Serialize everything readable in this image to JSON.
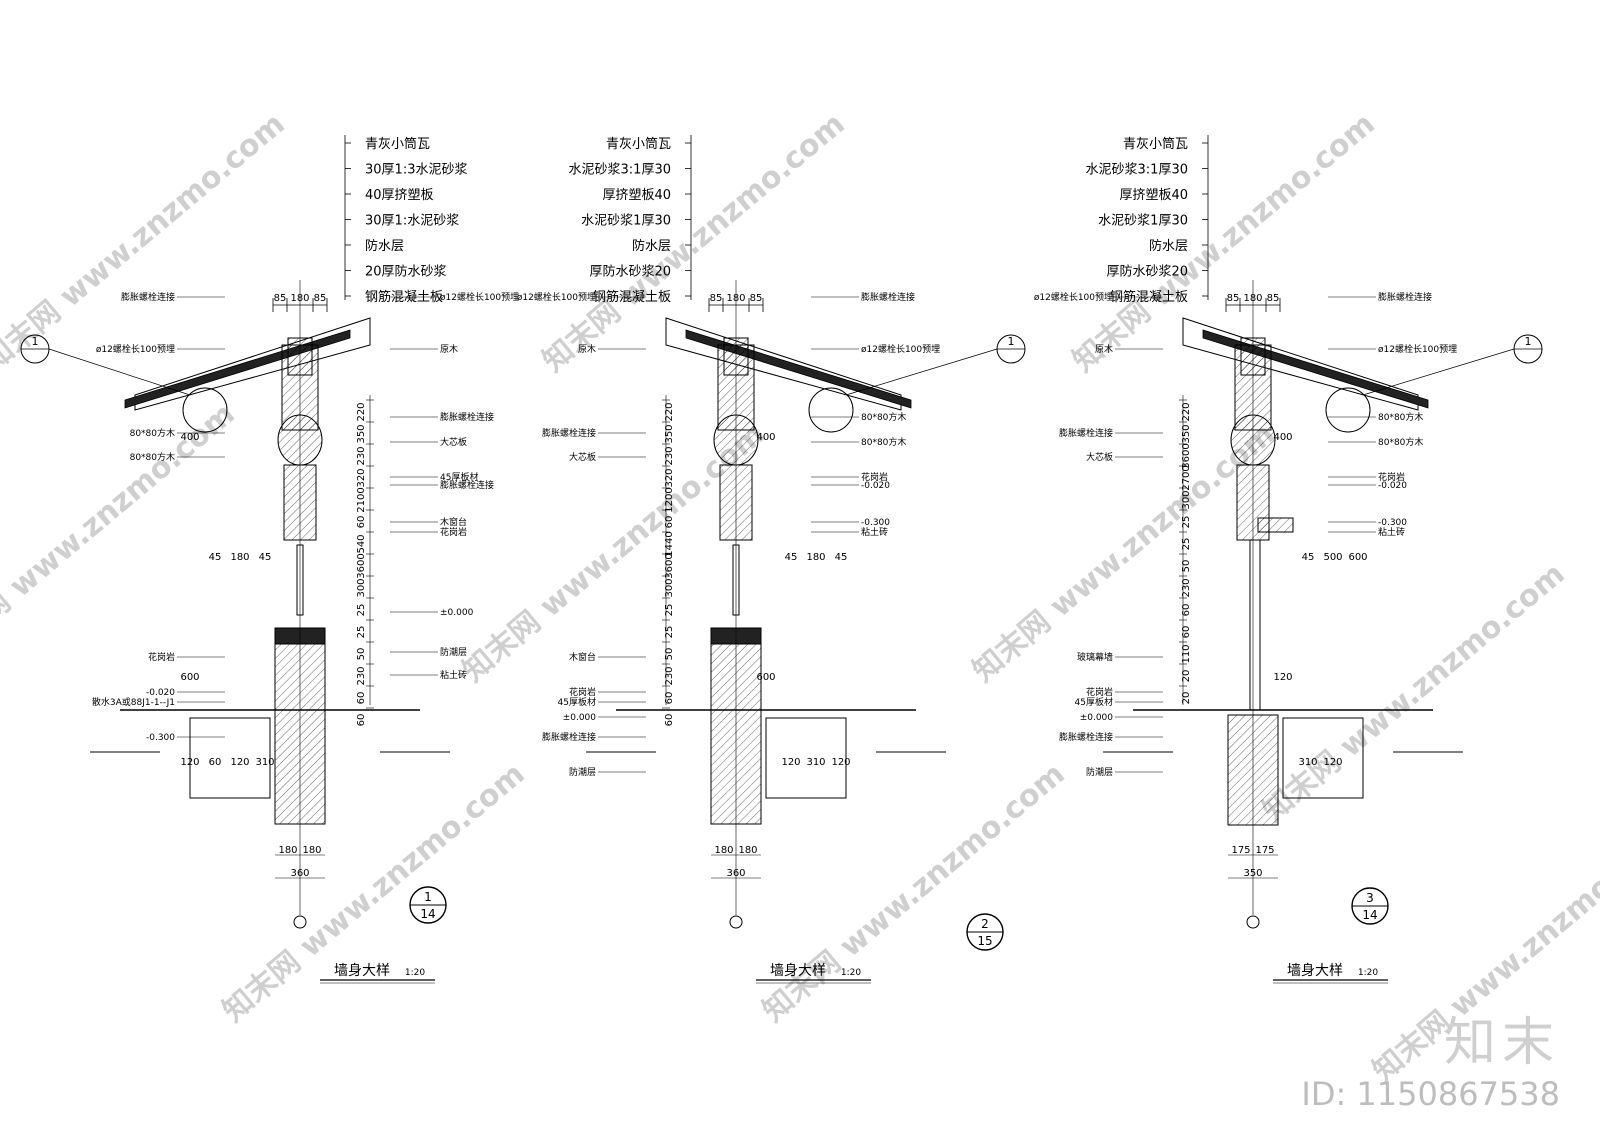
{
  "details": [
    {
      "layers": [
        "青灰小筒瓦",
        "30厚1:3水泥砂浆",
        "40厚挤塑板",
        "30厚1:水泥砂浆",
        "防水层",
        "20厚防水砂浆",
        "钢筋混凝土板"
      ],
      "top_dims": [
        "85",
        "180",
        "85"
      ],
      "callouts_left": [
        "膨胀螺栓连接",
        "ø12螺栓长100预埋",
        "80*80方木",
        "80*80方木",
        "散水3A或88J1-1--J1",
        "-0.300",
        "花岗岩",
        "-0.020"
      ],
      "callouts_right": [
        "ø12螺栓长100预埋",
        "原木",
        "膨胀螺栓连接",
        "大芯板",
        "45厚板材",
        "膨胀螺栓连接",
        "木窗台",
        "花岗岩",
        "±0.000",
        "防潮层",
        "粘土砖"
      ],
      "vert_dims": [
        "220",
        "350",
        "230",
        "320",
        "2100",
        "60",
        "540",
        "3600",
        "300",
        "25",
        "25",
        "50",
        "230",
        "60",
        "60"
      ],
      "horiz_dims": [
        "400",
        "45",
        "180",
        "45",
        "600",
        "60",
        "120",
        "310",
        "120",
        "180",
        "180",
        "360"
      ],
      "label": "墙身大样",
      "scale": "1:20",
      "symbol_top": "1",
      "symbol_bottom": "14"
    },
    {
      "layers": [
        "青灰小筒瓦",
        "水泥砂浆3:1厚30",
        "厚挤塑板40",
        "水泥砂浆1厚30",
        "防水层",
        "厚防水砂浆20",
        "钢筋混凝土板"
      ],
      "top_dims": [
        "85",
        "180",
        "85"
      ],
      "callouts_left": [
        "ø12螺栓长100预埋",
        "原木",
        "膨胀螺栓连接",
        "大芯板",
        "45厚板材",
        "膨胀螺栓连接",
        "木窗台",
        "花岗岩",
        "±0.000",
        "防潮层"
      ],
      "callouts_right": [
        "膨胀螺栓连接",
        "ø12螺栓长100预埋",
        "80*80方木",
        "80*80方木",
        "花岗岩",
        "-0.020",
        "-0.300",
        "粘土砖"
      ],
      "vert_dims": [
        "220",
        "350",
        "230",
        "320",
        "1200",
        "60",
        "1440",
        "3600",
        "300",
        "25",
        "25",
        "50",
        "230",
        "60",
        "60"
      ],
      "horiz_dims": [
        "400",
        "45",
        "180",
        "45",
        "600",
        "120",
        "310",
        "120",
        "180",
        "180",
        "360"
      ],
      "label": "墙身大样",
      "scale": "1:20",
      "symbol_top": "2",
      "symbol_bottom": "15"
    },
    {
      "layers": [
        "青灰小筒瓦",
        "水泥砂浆3:1厚30",
        "厚挤塑板40",
        "水泥砂浆1厚30",
        "防水层",
        "厚防水砂浆20",
        "钢筋混凝土板"
      ],
      "top_dims": [
        "85",
        "180",
        "85"
      ],
      "callouts_left": [
        "ø12螺栓长100预埋",
        "原木",
        "膨胀螺栓连接",
        "大芯板",
        "45厚板材",
        "膨胀螺栓连接",
        "玻璃幕墙",
        "花岗岩",
        "±0.000",
        "防潮层"
      ],
      "callouts_right": [
        "膨胀螺栓连接",
        "ø12螺栓长100预埋",
        "80*80方木",
        "80*80方木",
        "花岗岩",
        "-0.020",
        "-0.300",
        "粘土砖"
      ],
      "vert_dims": [
        "220",
        "350",
        "3600",
        "2700",
        "300",
        "25",
        "25",
        "50",
        "230",
        "60",
        "60",
        "110",
        "20",
        "20"
      ],
      "horiz_dims": [
        "400",
        "45",
        "500",
        "600",
        "120",
        "310",
        "120",
        "175",
        "175",
        "350"
      ],
      "label": "墙身大样",
      "scale": "1:20",
      "symbol_top": "3",
      "symbol_bottom": "14"
    }
  ],
  "watermark": "www.znzmo.com",
  "watermark_cn": "知末网",
  "brand": "知末",
  "image_id": "ID: 1150867538"
}
